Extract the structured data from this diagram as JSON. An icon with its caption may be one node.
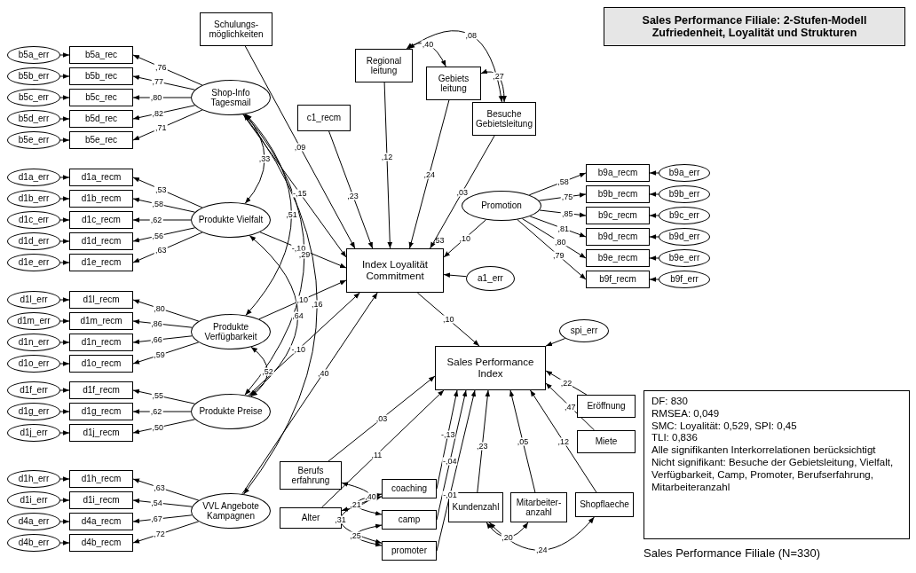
{
  "diagram": {
    "title": "Sales Performance Filiale: 2-Stufen-Modell Zufriedenheit, Loyalität und Strukturen",
    "caption": "Sales Performance Filiale (N=330)",
    "nodes": [
      {
        "text": [
          "Shop-Info Tagesmail"
        ]
      },
      {
        "text": [
          "Produkte Vielfalt"
        ]
      },
      {
        "text": [
          "Produkte Verfügbarkeit"
        ]
      },
      {
        "text": [
          "Produkte Preise"
        ]
      },
      {
        "text": [
          "VVL Angebote Kampagnen"
        ]
      },
      {
        "text": [
          "Promotion"
        ]
      },
      {
        "text": [
          "Schulungs- möglichkeiten"
        ]
      },
      {
        "text": [
          "c1_recm"
        ]
      },
      {
        "text": [
          "Regional leitung"
        ]
      },
      {
        "text": [
          "Gebiets leitung"
        ]
      },
      {
        "text": [
          "Besuche Gebietsleitung"
        ]
      },
      {
        "text": [
          "Index Loyalität Commitment"
        ]
      },
      {
        "text": [
          "a1_err"
        ]
      },
      {
        "text": [
          "Sales Performance Index"
        ]
      },
      {
        "text": [
          "spi_err"
        ]
      },
      {
        "text": [
          "Berufs erfahrung"
        ]
      },
      {
        "text": [
          "Alter"
        ]
      },
      {
        "text": [
          "coaching"
        ]
      },
      {
        "text": [
          "camp"
        ]
      },
      {
        "text": [
          "promoter"
        ]
      },
      {
        "text": [
          "Kundenzahl"
        ]
      },
      {
        "text": [
          "Mitarbeiter- anzahl"
        ]
      },
      {
        "text": [
          "Shopflaeche"
        ]
      },
      {
        "text": [
          "Eröffnung"
        ]
      },
      {
        "text": [
          "Miete"
        ]
      },
      {
        "text": [
          "DF: 830",
          "RMSEA: 0,049",
          "SMC: Loyalität: 0,529, SPI: 0,45",
          "TLI: 0,836",
          "Alle signifikanten Interkorrelationen berücksichtigt",
          "Nicht signifikant: Besuche der Gebietsleitung, Vielfalt, Verfügbarkeit, Camp, Promoter, Berufserfahrung, Mitarbeiteranzahl"
        ]
      },
      {
        "text": [
          "b5a_rec"
        ]
      },
      {
        "text": [
          "b5a_err"
        ]
      },
      {
        "text": [
          "b5b_rec"
        ]
      },
      {
        "text": [
          "b5b_err"
        ]
      },
      {
        "text": [
          "b5c_rec"
        ]
      },
      {
        "text": [
          "b5c_err"
        ]
      },
      {
        "text": [
          "b5d_rec"
        ]
      },
      {
        "text": [
          "b5d_err"
        ]
      },
      {
        "text": [
          "b5e_rec"
        ]
      },
      {
        "text": [
          "b5e_err"
        ]
      },
      {
        "text": [
          "d1a_recm"
        ]
      },
      {
        "text": [
          "d1a_err"
        ]
      },
      {
        "text": [
          "d1b_recm"
        ]
      },
      {
        "text": [
          "d1b_err"
        ]
      },
      {
        "text": [
          "d1c_recm"
        ]
      },
      {
        "text": [
          "d1c_err"
        ]
      },
      {
        "text": [
          "d1d_recm"
        ]
      },
      {
        "text": [
          "d1d_err"
        ]
      },
      {
        "text": [
          "d1e_recm"
        ]
      },
      {
        "text": [
          "d1e_err"
        ]
      },
      {
        "text": [
          "d1l_recm"
        ]
      },
      {
        "text": [
          "d1l_err"
        ]
      },
      {
        "text": [
          "d1m_recm"
        ]
      },
      {
        "text": [
          "d1m_err"
        ]
      },
      {
        "text": [
          "d1n_recm"
        ]
      },
      {
        "text": [
          "d1n_err"
        ]
      },
      {
        "text": [
          "d1o_recm"
        ]
      },
      {
        "text": [
          "d1o_err"
        ]
      },
      {
        "text": [
          "d1f_recm"
        ]
      },
      {
        "text": [
          "d1f_err"
        ]
      },
      {
        "text": [
          "d1g_recm"
        ]
      },
      {
        "text": [
          "d1g_err"
        ]
      },
      {
        "text": [
          "d1j_recm"
        ]
      },
      {
        "text": [
          "d1j_err"
        ]
      },
      {
        "text": [
          "d1h_recm"
        ]
      },
      {
        "text": [
          "d1h_err"
        ]
      },
      {
        "text": [
          "d1i_recm"
        ]
      },
      {
        "text": [
          "d1i_err"
        ]
      },
      {
        "text": [
          "d4a_recm"
        ]
      },
      {
        "text": [
          "d4a_err"
        ]
      },
      {
        "text": [
          "d4b_recm"
        ]
      },
      {
        "text": [
          "d4b_err"
        ]
      },
      {
        "text": [
          "b9a_recm"
        ]
      },
      {
        "text": [
          "b9a_err"
        ]
      },
      {
        "text": [
          "b9b_recm"
        ]
      },
      {
        "text": [
          "b9b_err"
        ]
      },
      {
        "text": [
          "b9c_recm"
        ]
      },
      {
        "text": [
          "b9c_err"
        ]
      },
      {
        "text": [
          "b9d_recm"
        ]
      },
      {
        "text": [
          "b9d_err"
        ]
      },
      {
        "text": [
          "b9e_recm"
        ]
      },
      {
        "text": [
          "b9e_err"
        ]
      },
      {
        "text": [
          "b9f_recm"
        ]
      },
      {
        "text": [
          "b9f_err"
        ]
      }
    ],
    "edges": [
      {
        "from": 0,
        "to": 26,
        "arrow": "to",
        "label": ",76"
      },
      {
        "from": 0,
        "to": 28,
        "arrow": "to",
        "label": ",77"
      },
      {
        "from": 0,
        "to": 30,
        "arrow": "to",
        "label": ",80"
      },
      {
        "from": 0,
        "to": 32,
        "arrow": "to",
        "label": ",82"
      },
      {
        "from": 0,
        "to": 34,
        "arrow": "to",
        "label": ",71"
      },
      {
        "from": 1,
        "to": 36,
        "arrow": "to",
        "label": ",53"
      },
      {
        "from": 1,
        "to": 38,
        "arrow": "to",
        "label": ",58"
      },
      {
        "from": 1,
        "to": 40,
        "arrow": "to",
        "label": ",62"
      },
      {
        "from": 1,
        "to": 42,
        "arrow": "to",
        "label": ",56"
      },
      {
        "from": 1,
        "to": 44,
        "arrow": "to",
        "label": ",63"
      },
      {
        "from": 2,
        "to": 46,
        "arrow": "to",
        "label": ",80"
      },
      {
        "from": 2,
        "to": 48,
        "arrow": "to",
        "label": ",86"
      },
      {
        "from": 2,
        "to": 50,
        "arrow": "to",
        "label": ",66"
      },
      {
        "from": 2,
        "to": 52,
        "arrow": "to",
        "label": ",59"
      },
      {
        "from": 3,
        "to": 54,
        "arrow": "to",
        "label": ",55"
      },
      {
        "from": 3,
        "to": 56,
        "arrow": "to",
        "label": ",62"
      },
      {
        "from": 3,
        "to": 58,
        "arrow": "to",
        "label": ",50"
      },
      {
        "from": 4,
        "to": 60,
        "arrow": "to",
        "label": ",63"
      },
      {
        "from": 4,
        "to": 62,
        "arrow": "to",
        "label": ",54"
      },
      {
        "from": 4,
        "to": 64,
        "arrow": "to",
        "label": ",67"
      },
      {
        "from": 4,
        "to": 66,
        "arrow": "to",
        "label": ",72"
      },
      {
        "from": 5,
        "to": 68,
        "arrow": "to",
        "label": ",58"
      },
      {
        "from": 5,
        "to": 70,
        "arrow": "to",
        "label": ",75"
      },
      {
        "from": 5,
        "to": 72,
        "arrow": "to",
        "label": ",85"
      },
      {
        "from": 5,
        "to": 74,
        "arrow": "to",
        "label": ",81"
      },
      {
        "from": 5,
        "to": 76,
        "arrow": "to",
        "label": ",80"
      },
      {
        "from": 5,
        "to": 78,
        "arrow": "to",
        "label": ",79"
      },
      {
        "from": 27,
        "to": 26,
        "arrow": "to"
      },
      {
        "from": 29,
        "to": 28,
        "arrow": "to"
      },
      {
        "from": 31,
        "to": 30,
        "arrow": "to"
      },
      {
        "from": 33,
        "to": 32,
        "arrow": "to"
      },
      {
        "from": 35,
        "to": 34,
        "arrow": "to"
      },
      {
        "from": 37,
        "to": 36,
        "arrow": "to"
      },
      {
        "from": 39,
        "to": 38,
        "arrow": "to"
      },
      {
        "from": 41,
        "to": 40,
        "arrow": "to"
      },
      {
        "from": 43,
        "to": 42,
        "arrow": "to"
      },
      {
        "from": 45,
        "to": 44,
        "arrow": "to"
      },
      {
        "from": 47,
        "to": 46,
        "arrow": "to"
      },
      {
        "from": 49,
        "to": 48,
        "arrow": "to"
      },
      {
        "from": 51,
        "to": 50,
        "arrow": "to"
      },
      {
        "from": 53,
        "to": 52,
        "arrow": "to"
      },
      {
        "from": 55,
        "to": 54,
        "arrow": "to"
      },
      {
        "from": 57,
        "to": 56,
        "arrow": "to"
      },
      {
        "from": 59,
        "to": 58,
        "arrow": "to"
      },
      {
        "from": 61,
        "to": 60,
        "arrow": "to"
      },
      {
        "from": 63,
        "to": 62,
        "arrow": "to"
      },
      {
        "from": 65,
        "to": 64,
        "arrow": "to"
      },
      {
        "from": 67,
        "to": 66,
        "arrow": "to"
      },
      {
        "from": 69,
        "to": 68,
        "arrow": "to"
      },
      {
        "from": 71,
        "to": 70,
        "arrow": "to"
      },
      {
        "from": 73,
        "to": 72,
        "arrow": "to"
      },
      {
        "from": 75,
        "to": 74,
        "arrow": "to"
      },
      {
        "from": 77,
        "to": 76,
        "arrow": "to"
      },
      {
        "from": 79,
        "to": 78,
        "arrow": "to"
      },
      {
        "from": 6,
        "to": 11,
        "arrow": "to",
        "label": ",09"
      },
      {
        "from": 0,
        "to": 11,
        "arrow": "to",
        "label": "-,15"
      },
      {
        "from": 7,
        "to": 11,
        "arrow": "to",
        "label": ",23"
      },
      {
        "from": 8,
        "to": 11,
        "arrow": "to",
        "label": ",12"
      },
      {
        "from": 9,
        "to": 11,
        "arrow": "to",
        "label": ",24"
      },
      {
        "from": 10,
        "to": 11,
        "arrow": "to",
        "label": ",03"
      },
      {
        "from": 1,
        "to": 11,
        "arrow": "to",
        "label": "-,10"
      },
      {
        "from": 2,
        "to": 11,
        "arrow": "to",
        "label": ",10"
      },
      {
        "from": 3,
        "to": 11,
        "arrow": "to",
        "label": "-,10"
      },
      {
        "from": 4,
        "to": 11,
        "arrow": "to",
        "label": ",40"
      },
      {
        "from": 5,
        "to": 11,
        "arrow": "to",
        "label": ",10"
      },
      {
        "from": 12,
        "to": 11,
        "arrow": "to"
      },
      {
        "from": 11,
        "to": 13,
        "arrow": "to",
        "label": ",10"
      },
      {
        "from": 14,
        "to": 13,
        "arrow": "to"
      },
      {
        "from": 15,
        "to": 13,
        "arrow": "to",
        "label": ",03"
      },
      {
        "from": 16,
        "to": 13,
        "arrow": "to",
        "label": ",11"
      },
      {
        "from": 17,
        "to": 13,
        "arrow": "to",
        "label": "-,13"
      },
      {
        "from": 18,
        "to": 13,
        "arrow": "to",
        "label": "-,04"
      },
      {
        "from": 19,
        "to": 13,
        "arrow": "to",
        "label": "-,01"
      },
      {
        "from": 20,
        "to": 13,
        "arrow": "to",
        "label": ",23"
      },
      {
        "from": 21,
        "to": 13,
        "arrow": "to",
        "label": ",05"
      },
      {
        "from": 22,
        "to": 13,
        "arrow": "to",
        "label": ",12"
      },
      {
        "from": 24,
        "to": 13,
        "arrow": "to",
        "label": ",47"
      },
      {
        "from": 23,
        "to": 13,
        "arrow": "to",
        "label": ",22"
      },
      {
        "from": 8,
        "to": 9,
        "arrow": "both",
        "label": ",40"
      },
      {
        "from": 8,
        "to": 10,
        "arrow": "both",
        "label": ",08"
      },
      {
        "from": 9,
        "to": 10,
        "arrow": "both",
        "label": ",27"
      },
      {
        "from": 15,
        "to": 16,
        "arrow": "both",
        "label": ",40"
      },
      {
        "from": 17,
        "to": 18,
        "arrow": "both",
        "label": ",21"
      },
      {
        "from": 18,
        "to": 19,
        "arrow": "both",
        "label": ",25"
      },
      {
        "from": 17,
        "to": 19,
        "arrow": "both",
        "label": ",31"
      },
      {
        "from": 20,
        "to": 21,
        "arrow": "both",
        "label": ",20"
      },
      {
        "from": 20,
        "to": 22,
        "arrow": "both",
        "label": ",24"
      },
      {
        "from": 0,
        "to": 1,
        "arrow": "both",
        "label": ",33"
      },
      {
        "from": 0,
        "to": 2,
        "arrow": "both",
        "label": ",51"
      },
      {
        "from": 0,
        "to": 3,
        "arrow": "both",
        "label": ",29"
      },
      {
        "from": 0,
        "to": 4,
        "arrow": "both",
        "label": ",16"
      },
      {
        "from": 1,
        "to": 3,
        "arrow": "both",
        "label": ",64"
      },
      {
        "from": 2,
        "to": 3,
        "arrow": "both",
        "label": ",52"
      }
    ],
    "labels": [
      ",53"
    ]
  }
}
